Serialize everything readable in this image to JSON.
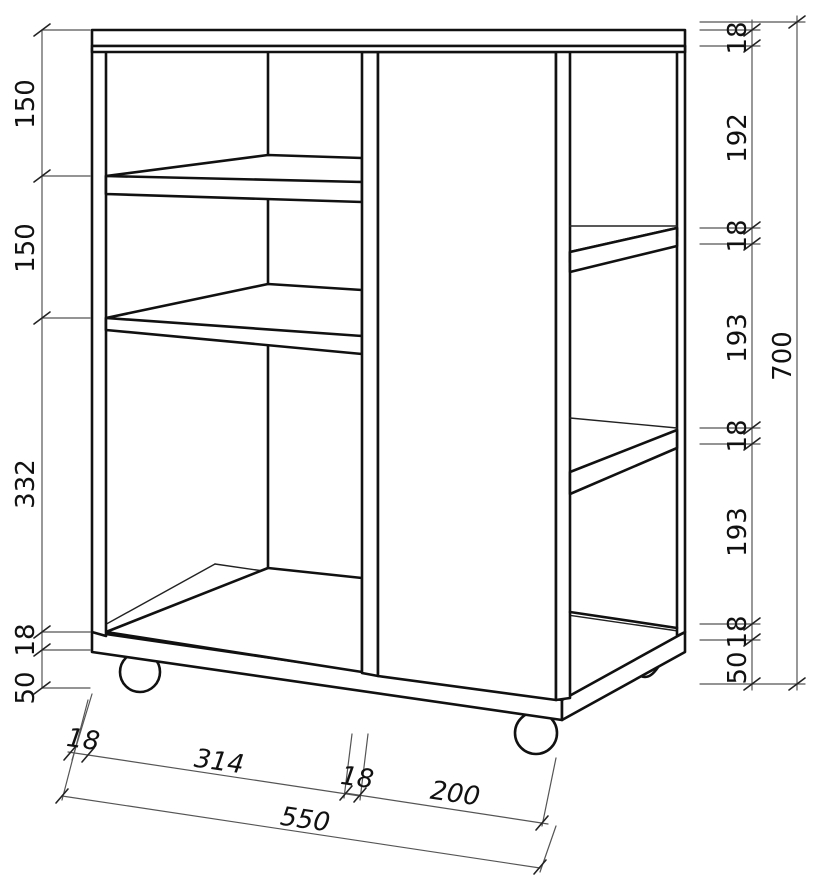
{
  "diagram": {
    "subject": "cabinet-on-castors",
    "line_color": "#111111",
    "background": "#ffffff",
    "dimensions": {
      "left_height": [
        "150",
        "150",
        "332",
        "18",
        "50"
      ],
      "right_height": [
        "18",
        "192",
        "18",
        "193",
        "18",
        "193",
        "18",
        "50"
      ],
      "total_height": "700",
      "bottom_width": [
        "18",
        "314",
        "18",
        "200"
      ],
      "total_width": "550"
    }
  }
}
